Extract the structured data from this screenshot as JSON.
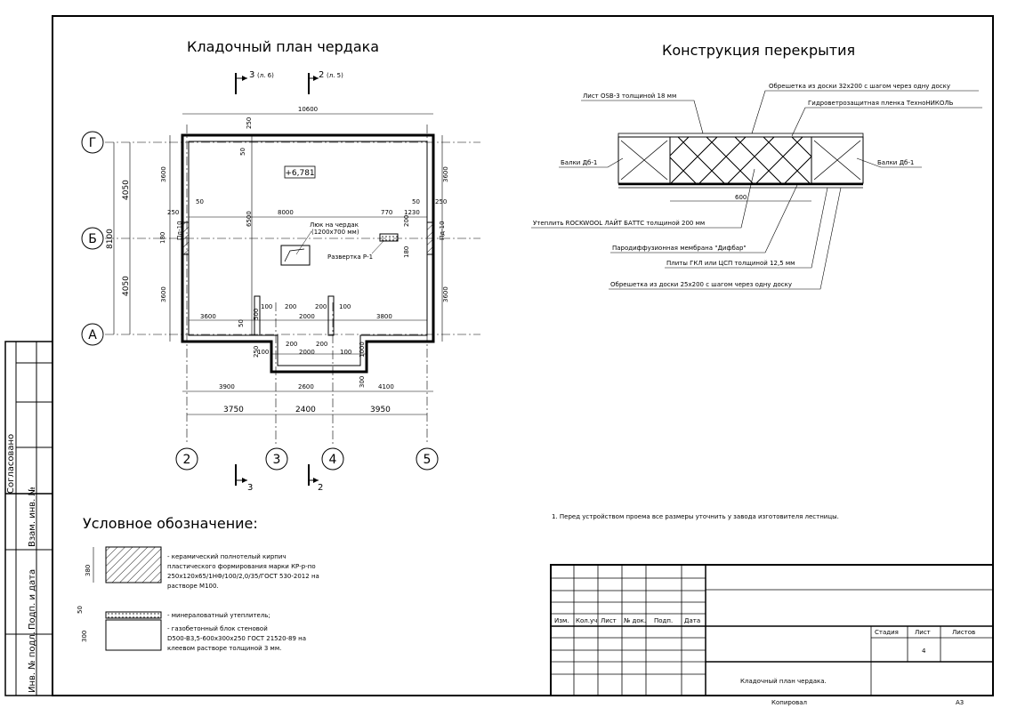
{
  "titles": {
    "plan": "Кладочный план чердака",
    "section": "Конструкция перекрытия",
    "legend": "Условное обозначение:"
  },
  "plan": {
    "cut3_top": "3",
    "cut3_top_ref": "(л. 6)",
    "cut2_top": "2",
    "cut2_top_ref": "(л. 5)",
    "cut3_bottom": "3",
    "cut2_bottom": "2",
    "level_mark": "+6,781",
    "hatch_label": "Люк на чердак",
    "hatch_size": "(1200х700 мм)",
    "razv_label": "Развертка Р-1",
    "row_g": "Г",
    "row_b": "Б",
    "row_a": "А",
    "col_2": "2",
    "col_3": "3",
    "col_4": "4",
    "col_5": "5",
    "dims": {
      "d10600": "10600",
      "d250a": "250",
      "d3600l1": "3600",
      "d3600l2": "3600",
      "d4050a": "4050",
      "d4050b": "4050",
      "d8100": "8100",
      "d50a": "50",
      "d50b": "50",
      "d50c": "50",
      "d50d": "50",
      "d250b": "250",
      "d250c": "250",
      "d8000": "8000",
      "d6500": "6500",
      "d770": "770",
      "d1230": "1230",
      "d200a": "200",
      "d180a": "180",
      "d180b": "180",
      "d3600r1": "3600",
      "d3600r2": "3600",
      "d100a": "100",
      "d200b": "200",
      "d2000a": "2000",
      "d200c": "200",
      "d100b": "100",
      "d3600b": "3600",
      "d3800": "3800",
      "d500": "500",
      "d250d": "250",
      "d100c": "100",
      "d200d": "200",
      "d2000b": "2000",
      "d200e": "200",
      "d100d": "100",
      "d1000": "1000",
      "d300": "300",
      "d3900": "3900",
      "d2600": "2600",
      "d4100": "4100",
      "d3750": "3750",
      "d2400": "2400",
      "d3950": "3950",
      "pd10a": "Пд-10",
      "pd10b": "Пд-10"
    }
  },
  "section": {
    "osb": "Лист OSB-3 толщиной 18 мм",
    "obr_top": "Обрешетка из доски 32х200 с шагом через одну доску",
    "vapor": "Гидроветрозащитная пленка ТехноНИКОЛЬ",
    "beam_l": "Балки Дб-1",
    "beam_r": "Балки Дб-1",
    "spacing": "600",
    "insul": "Утеплить ROCKWOOL ЛАЙТ БАТТС толщиной 200 мм",
    "membrane": "Пародиффузионная мембрана \"Дифбар\"",
    "gkl": "Плиты ГКЛ или ЦСП толщиной 12,5 мм",
    "obr_bot": "Обрешетка из доски 25х200 с шагом через одну доску"
  },
  "note": "1. Перед устройством проема все размеры уточнить у завода изготовителя лестницы.",
  "legend": {
    "brick_dim": "380",
    "brick_text": [
      "- керамический полнотелый кирпич",
      "пластического формирования марки КР-р-по",
      "250х120х65/1НФ/100/2,0/35/ГОСТ 530-2012 на",
      "растворе М100."
    ],
    "mw_dim": "50",
    "mw_text": "- минераловатный утеплитель;",
    "gas_dim": "300",
    "gas_text": [
      "- газобетонный блок стеновой",
      "D500-B3,5-600х300х250 ГОСТ 21520-89 на",
      "клеевом растворе толщиной 3 мм."
    ]
  },
  "left_strip": {
    "agreed": "Согласовано",
    "vzam": "Взам. инв. №",
    "podp": "Подп. и дата",
    "inv": "Инв. № подл."
  },
  "stamp": {
    "headers": [
      "Изм.",
      "Кол.уч",
      "Лист",
      "№ док.",
      "Подп.",
      "Дата"
    ],
    "stage": "Стадия",
    "sheet": "Лист",
    "sheets": "Листов",
    "sheet_no": "4",
    "title": "Кладочный план чердака.",
    "copied": "Копировал",
    "format": "А3"
  }
}
